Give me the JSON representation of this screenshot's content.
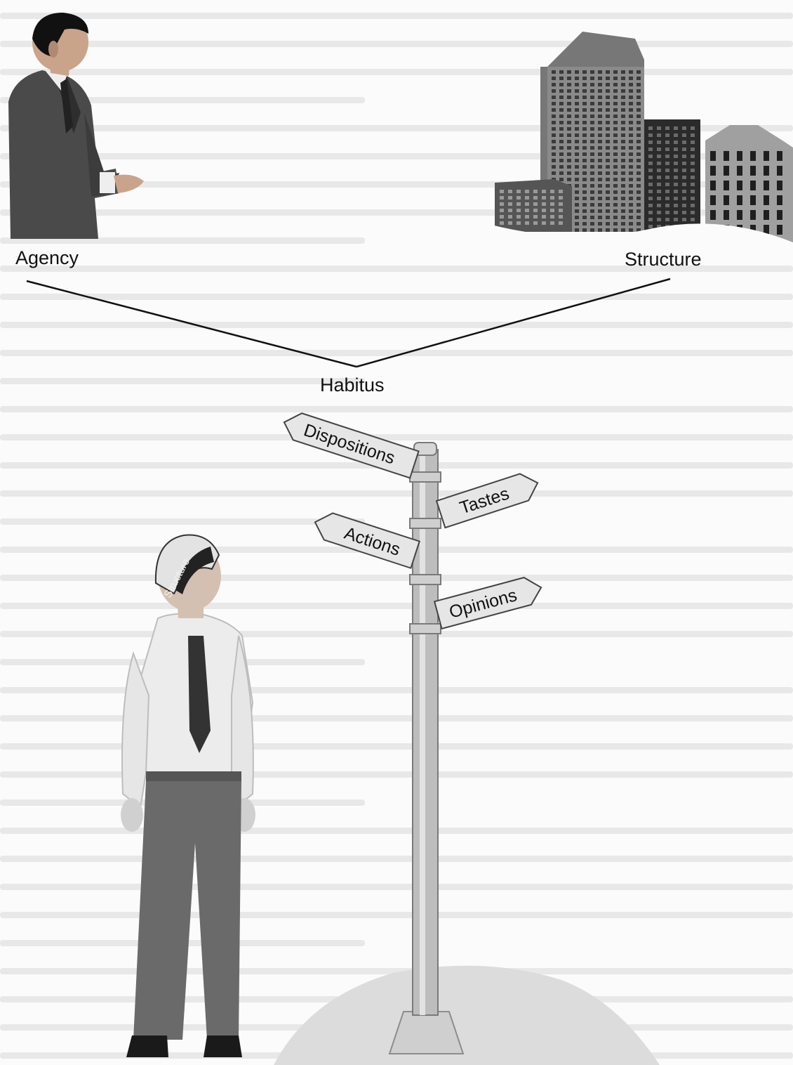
{
  "labels": {
    "agency": "Agency",
    "structure": "Structure",
    "habitus": "Habitus",
    "cap": "Structure"
  },
  "signs": {
    "dispositions": "Dispositions",
    "tastes": "Tastes",
    "actions": "Actions",
    "opinions": "Opinions"
  },
  "colors": {
    "suit": "#4a4a4a",
    "building": "#555555",
    "pole": "#bdbdbd",
    "sign": "#e6e6e6",
    "line": "#111111"
  }
}
